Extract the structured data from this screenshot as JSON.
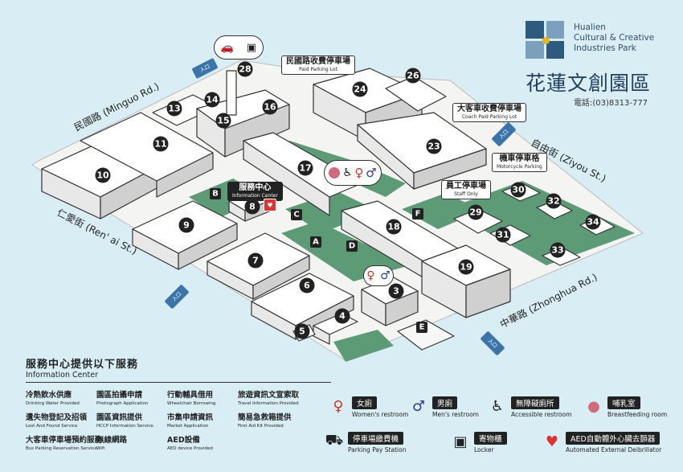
{
  "park": {
    "en_name_1": "Hualien",
    "en_name_2": "Cultural & Creative",
    "en_name_3": "Industries Park",
    "zh_name": "花蓮文創園區",
    "phone": "電話:(03)8313-777"
  },
  "roads": {
    "minguo": "民國路 (Minguo Rd.)",
    "renai": "仁愛街 (Ren' ai St.)",
    "ziyou": "自由街 (Ziyou St.)",
    "zhonghua": "中華路 (Zhonghua Rd.)"
  },
  "entrance_label": "入口",
  "labels": {
    "paid_parking_zh": "民國路收費停車場",
    "paid_parking_en": "Paid Parking Lot",
    "coach_parking_zh": "大客車收費停車場",
    "coach_parking_en": "Coach Paid Parking Lot",
    "moto_zh": "機車停車格",
    "moto_en": "Motorcycle Parking",
    "staff_zh": "員工停車場",
    "staff_en": "Staff Only",
    "infocenter_zh": "服務中心",
    "infocenter_en": "Information Center"
  },
  "buildings": [
    "3",
    "4",
    "5",
    "6",
    "7",
    "8",
    "9",
    "10",
    "11",
    "13",
    "14",
    "15",
    "16",
    "17",
    "18",
    "19",
    "23",
    "24",
    "26",
    "28",
    "29",
    "30",
    "31",
    "32",
    "33",
    "34"
  ],
  "zones": [
    "A",
    "B",
    "C",
    "D",
    "E",
    "F"
  ],
  "info": {
    "title": "服務中心提供以下服務",
    "subtitle": "Information Center",
    "services": [
      {
        "zh": "冷熱飲水供應",
        "en": "Drinking Water Provided"
      },
      {
        "zh": "園區拍攝申請",
        "en": "Photograph Application"
      },
      {
        "zh": "行動輔具借用",
        "en": "Wheelchair Borrowing"
      },
      {
        "zh": "旅遊資訊文宣索取",
        "en": "Travel Information Provided"
      },
      {
        "zh": "遺失物登記及招領",
        "en": "Lost And Found Service"
      },
      {
        "zh": "園區資訊提供",
        "en": "HCCP Information Service"
      },
      {
        "zh": "市集申請資訊",
        "en": "Market Application"
      },
      {
        "zh": "簡易急救箱提供",
        "en": "First Aid Kit Provided"
      },
      {
        "zh": "大客車停車場預約服務",
        "en": "Bus Parking Reservation Service"
      },
      {
        "zh": "無線網路",
        "en": "Wifi"
      },
      {
        "zh": "AED設備",
        "en": "AED device Provided"
      }
    ]
  },
  "legend": [
    {
      "icon": "female-restroom-icon",
      "zh": "女廁",
      "en": "Women's restroom"
    },
    {
      "icon": "male-restroom-icon",
      "zh": "男廁",
      "en": "Men's restroom"
    },
    {
      "icon": "accessible-restroom-icon",
      "zh": "無障礙廁所",
      "en": "Accessible restroom"
    },
    {
      "icon": "breastfeeding-room-icon",
      "zh": "哺乳室",
      "en": "Breastfeeding room"
    },
    {
      "icon": "parking-pay-station-icon",
      "zh": "停車場繳費機",
      "en": "Parking Pay Station"
    },
    {
      "icon": "locker-icon",
      "zh": "寄物櫃",
      "en": "Locker"
    },
    {
      "icon": "aed-icon",
      "zh": "AED自動體外心臟去顫器",
      "en": "Automated External Deibrillator"
    }
  ],
  "colors": {
    "background": "#d9eef4",
    "ground": "#f2f2f0",
    "lawn": "#5d9a76",
    "pin": "#222222",
    "road_entrance": "#3a74a8",
    "female": "#c0392b",
    "male": "#2d3e8c"
  }
}
